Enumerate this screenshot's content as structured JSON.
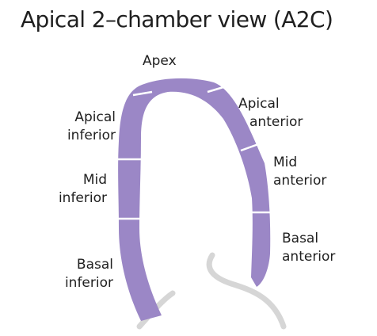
{
  "title": "Apical 2–chamber view (A2C)",
  "colors": {
    "myocardium": "#9b87c6",
    "segment_divider": "#ffffff",
    "vessel": "#d6d6d6",
    "text": "#1f1f1f"
  },
  "segments": {
    "apex": {
      "line1": "Apex"
    },
    "apical_inferior": {
      "line1": "Apical",
      "line2": "inferior"
    },
    "mid_inferior": {
      "line1": "Mid",
      "line2": "inferior"
    },
    "basal_inferior": {
      "line1": "Basal",
      "line2": "inferior"
    },
    "apical_anterior": {
      "line1": "Apical",
      "line2": "anterior"
    },
    "mid_anterior": {
      "line1": "Mid",
      "line2": "anterior"
    },
    "basal_anterior": {
      "line1": "Basal",
      "line2": "anterior"
    }
  }
}
